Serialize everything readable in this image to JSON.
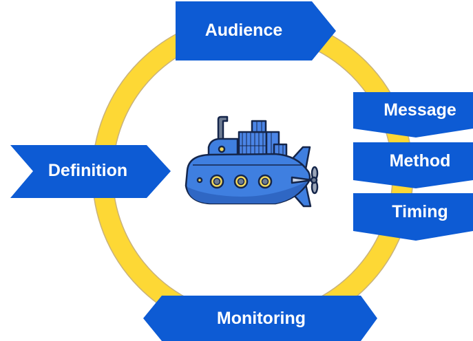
{
  "diagram": {
    "center_icon": "submarine-with-containers-icon",
    "stages": {
      "audience": "Audience",
      "message": "Message",
      "method": "Method",
      "timing": "Timing",
      "definition": "Definition",
      "monitoring": "Monitoring"
    },
    "colors": {
      "ring": "#FDD835",
      "ring_outline": "#C9B27A",
      "shape_fill": "#0D5BD4",
      "shape_text": "#FFFFFF",
      "submarine_body": "#3F7FE0",
      "submarine_outline": "#14254A",
      "porthole": "#F2D85C"
    }
  }
}
